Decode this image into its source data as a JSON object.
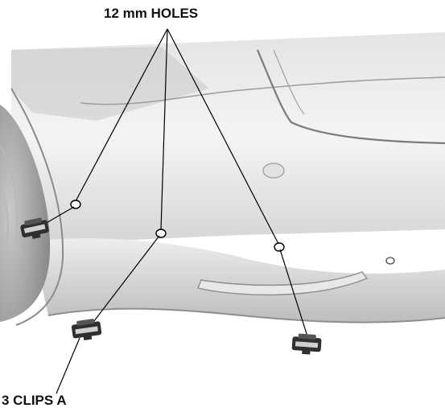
{
  "callouts": {
    "holes": "12 mm HOLES",
    "clips": "3 CLIPS A"
  },
  "colors": {
    "background": "#ffffff",
    "bumper_light": "#f2f2f2",
    "bumper_mid": "#d9d9d9",
    "bumper_shadow": "#a8a8a8",
    "tire": "#9a9a9a",
    "leader_line": "#000000",
    "clip": "#333333"
  },
  "parts": {
    "hole_count": 3,
    "clip_count": 3
  }
}
